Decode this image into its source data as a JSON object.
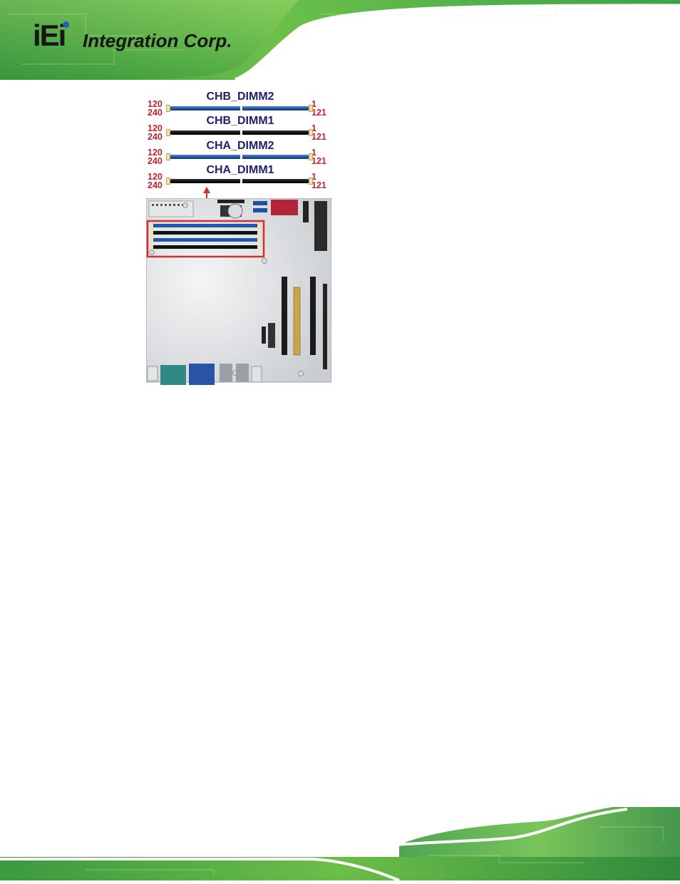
{
  "header": {
    "brand_mark": "iEi",
    "brand_name": "Integration Corp."
  },
  "figure": {
    "slots": [
      {
        "label": "CHB_DIMM2",
        "pin_left_top": "120",
        "pin_left_bottom": "240",
        "pin_right_top": "1",
        "pin_right_bottom": "121",
        "color": "blue"
      },
      {
        "label": "CHB_DIMM1",
        "pin_left_top": "120",
        "pin_left_bottom": "240",
        "pin_right_top": "1",
        "pin_right_bottom": "121",
        "color": "black"
      },
      {
        "label": "CHA_DIMM2",
        "pin_left_top": "120",
        "pin_left_bottom": "240",
        "pin_right_top": "1",
        "pin_right_bottom": "121",
        "color": "blue"
      },
      {
        "label": "CHA_DIMM1",
        "pin_left_top": "120",
        "pin_left_bottom": "240",
        "pin_right_top": "1",
        "pin_right_bottom": "121",
        "color": "black"
      }
    ]
  },
  "colors": {
    "brand_green": "#4caf2a",
    "pin_red": "#c0232b",
    "label_navy": "#1f1f6e",
    "highlight_red": "#d32f2f"
  }
}
